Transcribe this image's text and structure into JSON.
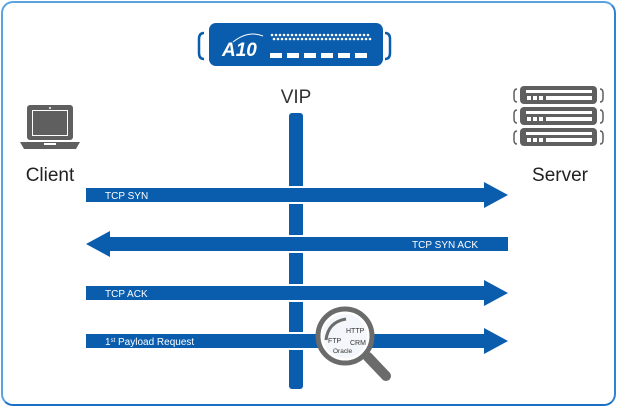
{
  "device": {
    "logo_text": "A10",
    "name": "A10 load balancer appliance"
  },
  "labels": {
    "vip": "VIP",
    "client": "Client",
    "server": "Server"
  },
  "messages": [
    {
      "label": "TCP SYN",
      "direction": "client-to-server"
    },
    {
      "label": "TCP SYN ACK",
      "direction": "server-to-client"
    },
    {
      "label": "TCP ACK",
      "direction": "client-to-server"
    },
    {
      "label_main": "1",
      "label_sup": "st",
      "label_rest": " Payload Request",
      "direction": "client-to-server"
    }
  ],
  "inspection": {
    "protocols": [
      "HTTP",
      "FTP",
      "CRM",
      "Oracle"
    ]
  },
  "colors": {
    "arrow": "#0a5cad",
    "icon_gray": "#5f5f5f",
    "frame": "#3a8fd8"
  }
}
